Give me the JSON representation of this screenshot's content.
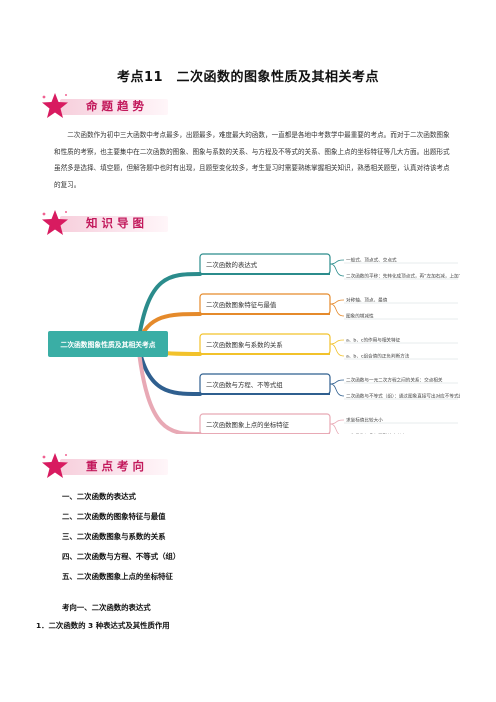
{
  "header": {
    "title": "考点11　二次函数的图象性质及其相关考点"
  },
  "banners": {
    "trend": "命题趋势",
    "knowledge": "知识导图",
    "focus": "重点考向"
  },
  "intro": {
    "text": "二次函数作为初中三大函数中考点最多，出题最多，难度最大的函数，一直都是各地中考数学中最重要的考点。而对于二次函数图象和性质的考察，也主要集中在二次函数的图象、图象与系数的关系、与方程及不等式的关系、图象上点的坐标特征等几大方面。出题形式虽然多是选择、填空题，但解答题中也时有出现，且题型变化较多，考生复习时需要熟练掌握相关知识，熟悉相关题型，认真对待该考点的复习。"
  },
  "mindmap": {
    "root": "二次函数图象性质及其相关考点",
    "branches": [
      {
        "label": "二次函数的表达式",
        "color": "#2b8c8c",
        "leaves": [
          "一般式、顶点式、交点式",
          "二次函数的平移：先转化成顶点式，再“左加右减，上加下减”"
        ]
      },
      {
        "label": "二次函数图象特征与最值",
        "color": "#e58a2b",
        "leaves": [
          "对称轴、顶点、最值",
          "图象的增减性"
        ]
      },
      {
        "label": "二次函数图象与系数的关系",
        "color": "#f2c22b",
        "leaves": [
          "a、b、c的作用与相关特征",
          "a、b、c组合值的正负判断方法"
        ]
      },
      {
        "label": "二次函数与方程、不等式组",
        "color": "#2f5f8f",
        "leaves": [
          "二次函数与一元二次方程之间的关系：交点相关",
          "二次函数与不等式（组）：通过图象直接写出对应不等式组的解集"
        ]
      },
      {
        "label": "二次函数图象上点的坐标特征",
        "color": "#e8a9b5",
        "leaves": [
          "求坐标值比较大小",
          "二次函数与几何图形综合考察"
        ]
      }
    ]
  },
  "focus_list": [
    "一、二次函数的表达式",
    "二、二次函数的图象特征与最值",
    "三、二次函数图象与系数的关系",
    "四、二次函数与方程、不等式（组）",
    "五、二次函数图象上点的坐标特征"
  ],
  "section": {
    "heading": "考向一、二次函数的表达式",
    "sub": "1．二次函数的 3 种表达式及其性质作用"
  },
  "colors": {
    "accent": "#c2185b",
    "root_box": "#3aaea5"
  }
}
